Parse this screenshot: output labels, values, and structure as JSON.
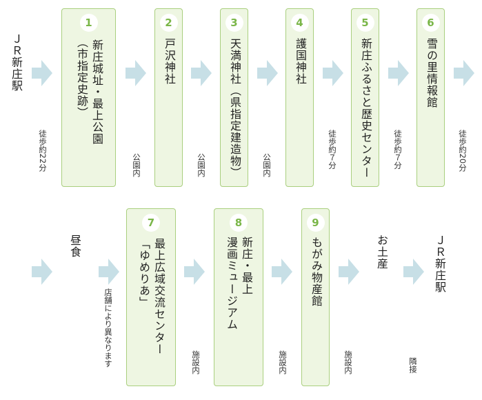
{
  "start": "ＪＲ新庄駅",
  "row1": [
    {
      "num": "1",
      "lines": [
        "新庄城址・最上公園",
        "（市指定史跡）"
      ]
    },
    {
      "num": "2",
      "lines": [
        "戸沢神社"
      ]
    },
    {
      "num": "3",
      "lines": [
        "天満神社（県指定建造物）"
      ]
    },
    {
      "num": "4",
      "lines": [
        "護国神社"
      ]
    },
    {
      "num": "5",
      "lines": [
        "新庄ふるさと歴史センター"
      ]
    },
    {
      "num": "6",
      "lines": [
        "雪の里情報館"
      ]
    }
  ],
  "row1_notes": [
    "徒歩約22分",
    "公園内",
    "公園内",
    "公園内",
    "徒歩約７分",
    "徒歩約７分",
    "徒歩約20分"
  ],
  "lunch": "昼食",
  "lunch_note": "店舗により異なります",
  "row2": [
    {
      "num": "7",
      "lines": [
        "最上広域交流センター",
        "「ゆめりあ」"
      ]
    },
    {
      "num": "8",
      "lines": [
        "新庄・最上",
        "漫画ミュージアム"
      ]
    },
    {
      "num": "9",
      "lines": [
        "もがみ物産館"
      ]
    }
  ],
  "row2_notes": [
    "施設内",
    "施設内",
    "施設内",
    "隣接"
  ],
  "souvenir": "お土産",
  "end": "ＪＲ新庄駅",
  "colors": {
    "box_fill": "#eef6e2",
    "box_border": "#a9cf7e",
    "number": "#7ab648",
    "arrow": "#c7dfe6"
  }
}
